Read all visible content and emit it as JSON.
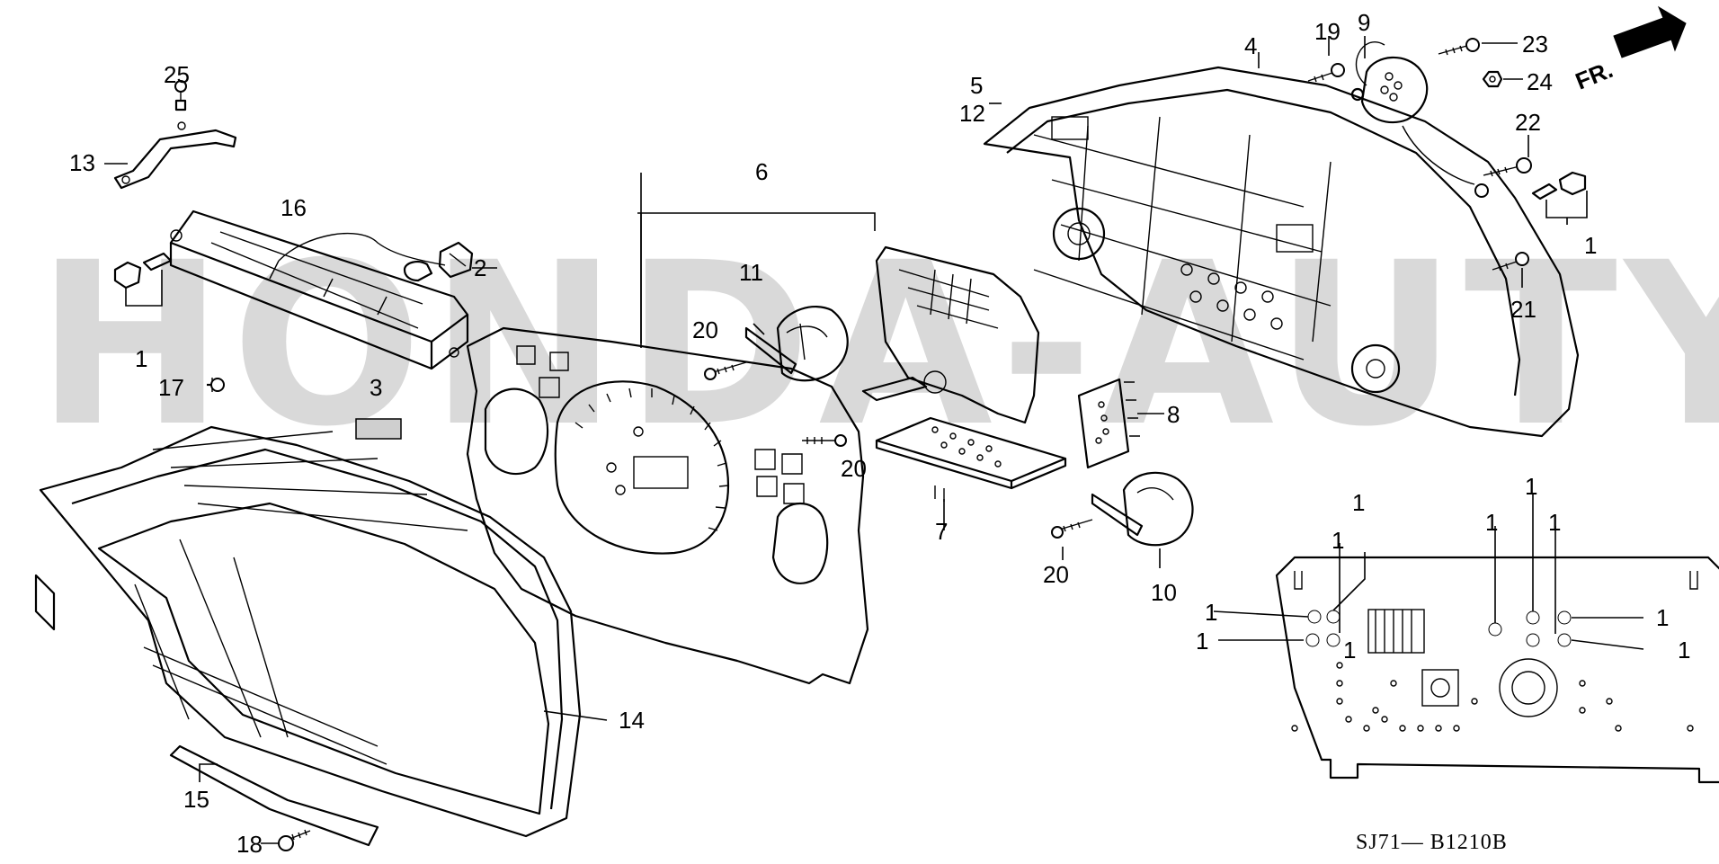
{
  "watermark": "HONDA-AUTY.COM",
  "diagram_code": "SJ71— B1210B",
  "front_arrow": "FR.",
  "callouts": {
    "c25": "25",
    "c13": "13",
    "c16": "16",
    "c2": "2",
    "c1a": "1",
    "c17": "17",
    "c3": "3",
    "c6": "6",
    "c11": "11",
    "c20a": "20",
    "c20b": "20",
    "c20c": "20",
    "c7": "7",
    "c10": "10",
    "c8": "8",
    "c4": "4",
    "c5": "5",
    "c12": "12",
    "c19": "19",
    "c9": "9",
    "c23": "23",
    "c24": "24",
    "c22": "22",
    "c21": "21",
    "c1b": "1",
    "c14": "14",
    "c15": "15",
    "c18": "18",
    "r1": "1",
    "r2": "1",
    "r3": "1",
    "r4": "1",
    "r5": "1",
    "r6": "1",
    "r7": "1",
    "r8": "1",
    "r9": "1",
    "r10": "1"
  }
}
